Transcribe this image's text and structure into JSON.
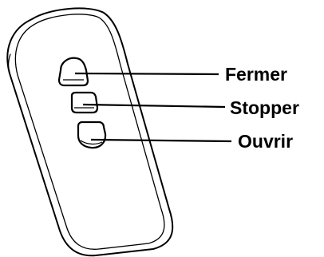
{
  "labels": {
    "close": "Fermer",
    "stop": "Stopper",
    "open": "Ouvrir"
  },
  "colors": {
    "outline": "#000000",
    "background": "#ffffff"
  }
}
